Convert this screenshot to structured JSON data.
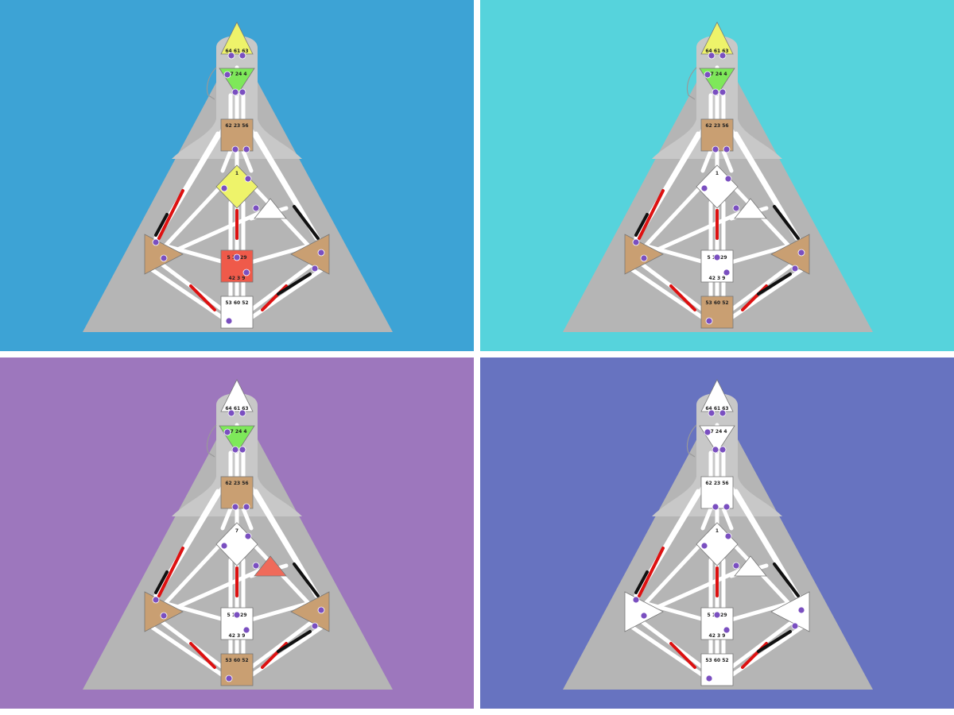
{
  "panels": [
    {
      "id": "top-left",
      "background": "#3da3d5",
      "centers": {
        "head": "#eef36a",
        "ajna": "#7ee85a",
        "throat": "#c99f72",
        "g": "#eef36a",
        "heart": "#ffffff",
        "spleen": "#c99f72",
        "sacral": "#ef5a4a",
        "solar": "#c99f72",
        "root": "#ffffff"
      },
      "labels": {
        "head": "64 61 63",
        "ajna": "47 24 4",
        "throat_top": "62 23 56",
        "g_top": "1",
        "sacral_top": "5 14 29",
        "sacral_bottom": "42 3 9",
        "root_top": "53 60 52"
      }
    },
    {
      "id": "top-right",
      "background": "#56d3dc",
      "centers": {
        "head": "#eef36a",
        "ajna": "#7ee85a",
        "throat": "#c99f72",
        "g": "#ffffff",
        "heart": "#ffffff",
        "spleen": "#c99f72",
        "sacral": "#ffffff",
        "solar": "#c99f72",
        "root": "#c99f72"
      },
      "labels": {
        "head": "64 61 63",
        "ajna": "47 24 4",
        "throat_top": "62 23 56",
        "g_top": "1",
        "sacral_top": "5 14 29",
        "sacral_bottom": "42 3 9",
        "root_top": "53 60 52"
      }
    },
    {
      "id": "bottom-left",
      "background": "#9d77bd",
      "centers": {
        "head": "#ffffff",
        "ajna": "#7ee85a",
        "throat": "#c99f72",
        "g": "#ffffff",
        "heart": "#ef6a5a",
        "spleen": "#c99f72",
        "sacral": "#ffffff",
        "solar": "#c99f72",
        "root": "#c99f72"
      },
      "labels": {
        "head": "64 61 63",
        "ajna": "47 24 4",
        "throat_top": "62 23 56",
        "g_top": "7",
        "sacral_top": "5 14 29",
        "sacral_bottom": "42 3 9",
        "root_top": "53 60 52"
      }
    },
    {
      "id": "bottom-right",
      "background": "#6773c0",
      "centers": {
        "head": "#ffffff",
        "ajna": "#ffffff",
        "throat": "#ffffff",
        "g": "#ffffff",
        "heart": "#ffffff",
        "spleen": "#ffffff",
        "sacral": "#ffffff",
        "solar": "#ffffff",
        "root": "#ffffff"
      },
      "labels": {
        "head": "64 61 63",
        "ajna": "47 24 4",
        "throat_top": "62 23 56",
        "g_top": "1",
        "sacral_top": "5 14 29",
        "sacral_bottom": "42 3 9",
        "root_top": "53 60 52"
      }
    }
  ]
}
